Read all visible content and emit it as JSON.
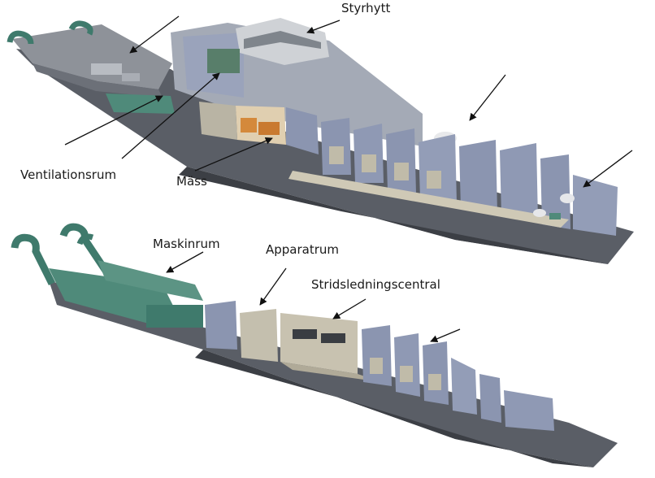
{
  "labels": {
    "bridge": "Styrhytt",
    "ventilation_room": "Ventilationsrum",
    "mess": "Mäss",
    "engine_room": "Maskinrum",
    "equipment_room": "Apparatrum",
    "combat_center": "Stridsledningscentral"
  },
  "colors": {
    "hull": "#5f636b",
    "hull_dark": "#3c3f45",
    "deck": "#8e9299",
    "bulkhead": "#8b95b0",
    "wall_light": "#c8c2b0",
    "machinery": "#4f8a7a",
    "mess_orange": "#d4893b"
  }
}
